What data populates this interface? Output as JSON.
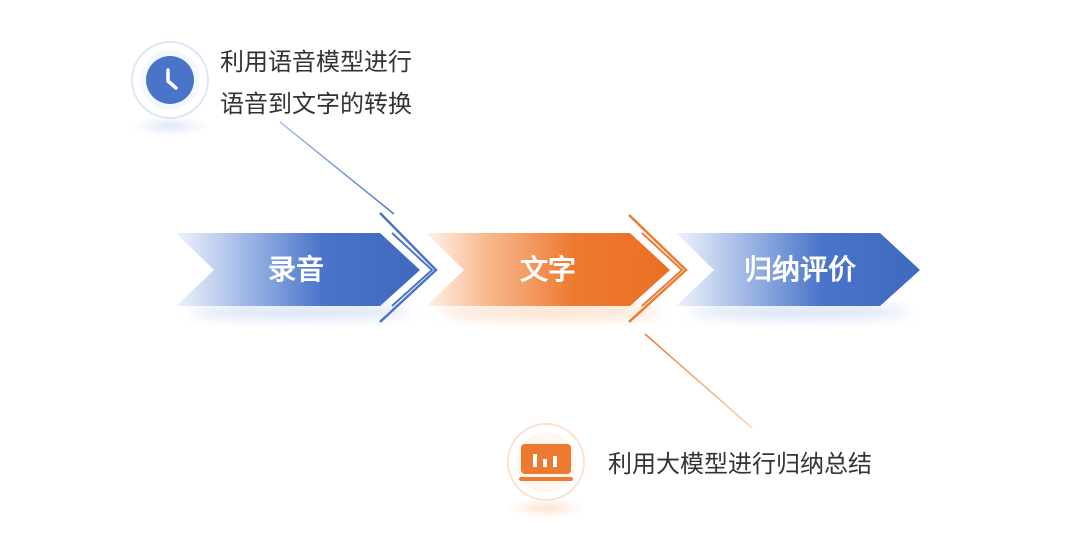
{
  "steps": [
    {
      "label": "录音"
    },
    {
      "label": "文字"
    },
    {
      "label": "归纳评价"
    }
  ],
  "notes": {
    "top": {
      "line1": "利用语音模型进行",
      "line2": "语音到文字的转换",
      "icon": "clock-icon"
    },
    "bottom": {
      "line1": "利用大模型进行归纳总结",
      "icon": "chart-monitor-icon"
    }
  },
  "colors": {
    "blue": "#4a74c9",
    "blue_light": "#c7d6f1",
    "orange": "#ee7a32",
    "orange_light": "#fbd5b9",
    "text": "#333333"
  }
}
